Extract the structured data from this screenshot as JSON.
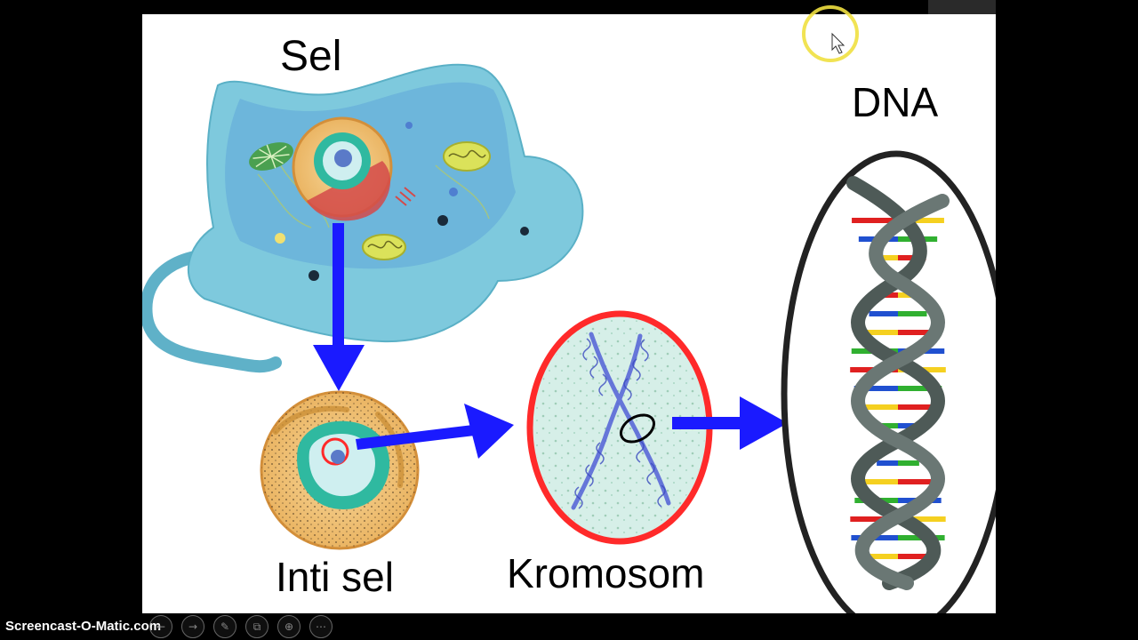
{
  "labels": {
    "sel": "Sel",
    "dna": "DNA",
    "inti_sel": "Inti sel",
    "kromosom": "Kromosom"
  },
  "watermark": "Screencast-O-Matic.com",
  "colors": {
    "arrow": "#1a1aff",
    "cell": "#7ec9dd",
    "highlight_ring": "#ff2a2a",
    "dna_ellipse": "#222222",
    "cursor_halo": "#f0e040"
  },
  "toolbar_icons": [
    "back-icon",
    "forward-icon",
    "pen-icon",
    "copy-icon",
    "zoom-icon",
    "more-icon"
  ]
}
